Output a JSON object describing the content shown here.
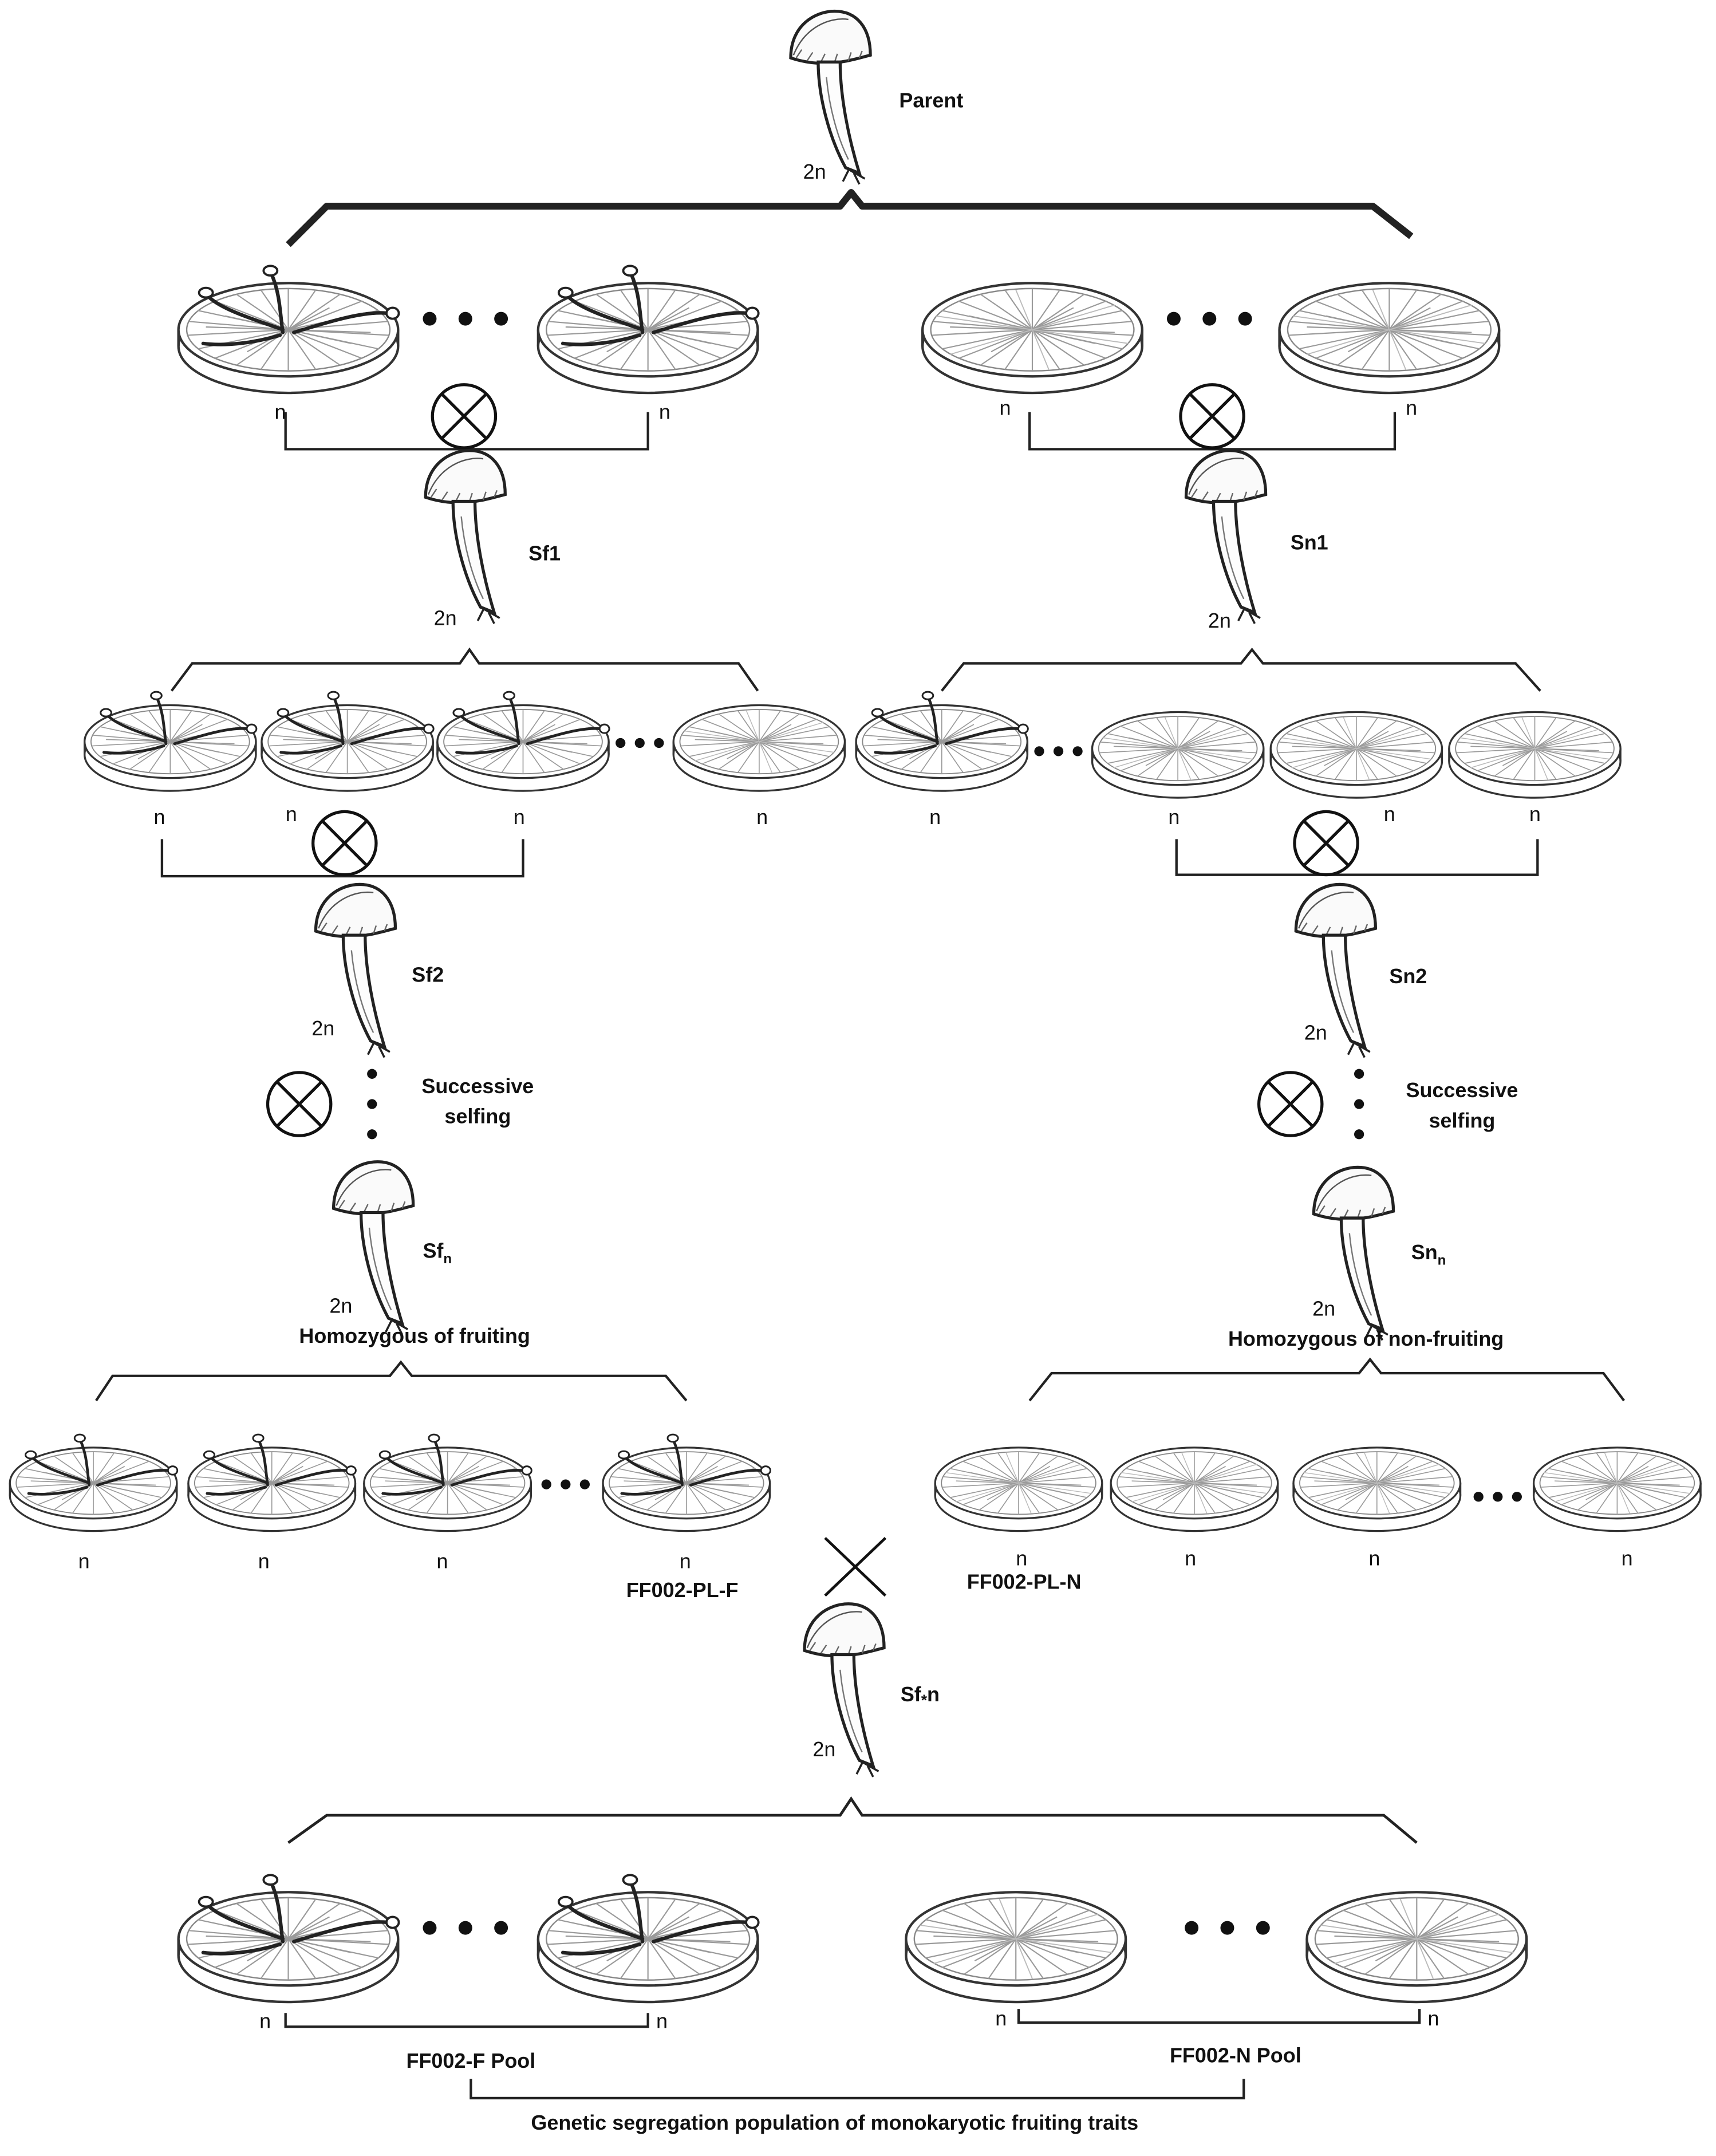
{
  "labels": {
    "parent": "Parent",
    "sf1": "Sf1",
    "sn1": "Sn1",
    "sf2": "Sf2",
    "sn2": "Sn2",
    "sfn_base": "Sf",
    "sfn_sub": "n",
    "snn_base": "Sn",
    "snn_sub": "n",
    "sfsn_base": "Sf",
    "sfsn_star": "*",
    "sfsn_n": "n",
    "ploidy_diploid": "2n",
    "ploidy_haploid": "n",
    "successive_selfing_line1": "Successive",
    "successive_selfing_line2": "selfing",
    "homozygous_fruiting": "Homozygous of fruiting",
    "homozygous_nonfruiting": "Homozygous of non-fruiting",
    "pool_line_f": "FF002-PL-F",
    "pool_line_n": "FF002-PL-N",
    "pool_f": "FF002-F Pool",
    "pool_n": "FF002-N Pool",
    "population": "Genetic segregation population of monokaryotic fruiting traits"
  },
  "icons": {
    "mushroom": "mushroom-icon",
    "dish_fruiting": "petri-dish-fruiting-icon",
    "dish_nonfruiting": "petri-dish-nonfruiting-icon",
    "selfing": "selfing-cross-icon",
    "cross": "cross-icon",
    "ellipsis": "ellipsis-dots"
  },
  "colors": {
    "ink": "#222222",
    "background": "#ffffff"
  }
}
